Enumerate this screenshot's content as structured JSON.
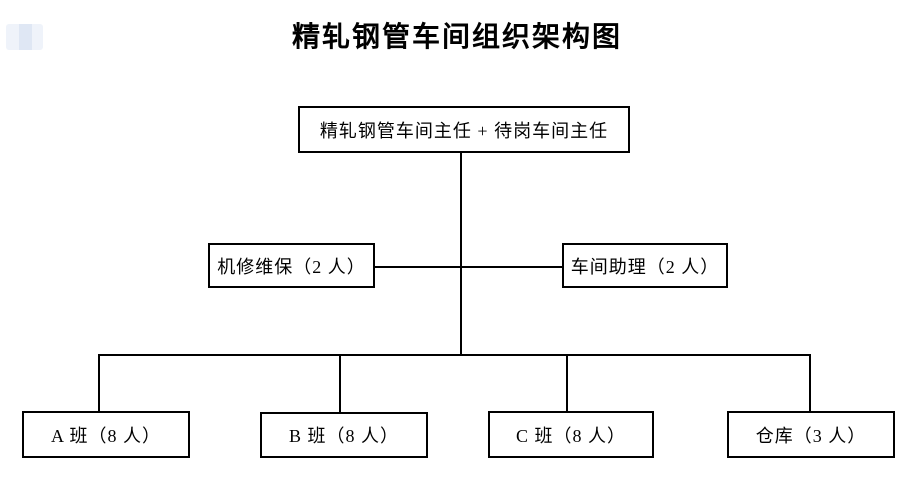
{
  "document": {
    "background": "#ffffff"
  },
  "title": "精轧钢管车间组织架构图",
  "colors": {
    "line": "#000000",
    "box_border": "#000000",
    "box_fill": "#ffffff",
    "text": "#000000",
    "artifact": "#e6ecf7"
  },
  "org_chart": {
    "type": "org-tree",
    "root": {
      "label": "精轧钢管车间主任 + 待岗车间主任"
    },
    "staff_nodes": [
      {
        "label": "机修维保（2 人）",
        "position": "left"
      },
      {
        "label": "车间助理（2 人）",
        "position": "right"
      }
    ],
    "leaf_nodes": [
      {
        "label": "A 班（8 人）"
      },
      {
        "label": "B 班（8 人）"
      },
      {
        "label": "C 班（8 人）"
      },
      {
        "label": "仓库（3 人）"
      }
    ]
  }
}
